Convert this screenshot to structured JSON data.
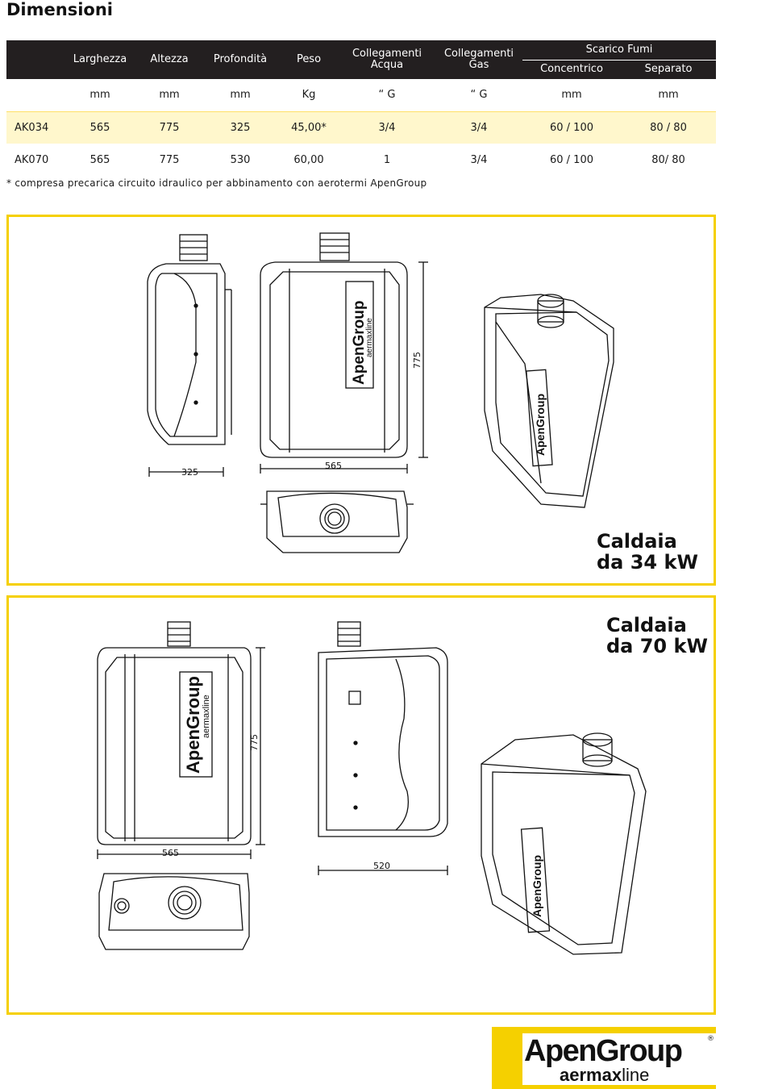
{
  "page_title": "Dimensioni",
  "table": {
    "headers": {
      "larghezza": "Larghezza",
      "altezza": "Altezza",
      "profondita": "Profondità",
      "peso": "Peso",
      "acqua_1": "Collegamenti",
      "acqua_2": "Acqua",
      "gas_1": "Collegamenti",
      "gas_2": "Gas",
      "scarico": "Scarico Fumi",
      "concentrico": "Concentrico",
      "separato": "Separato"
    },
    "units": [
      "mm",
      "mm",
      "mm",
      "Kg",
      "“ G",
      "“ G",
      "mm",
      "mm"
    ],
    "rows": [
      {
        "model": "AK034",
        "values": [
          "565",
          "775",
          "325",
          "45,00*",
          "3/4",
          "3/4",
          "60 / 100",
          "80 / 80"
        ]
      },
      {
        "model": "AK070",
        "values": [
          "565",
          "775",
          "530",
          "60,00",
          "1",
          "3/4",
          "60 / 100",
          "80/ 80"
        ]
      }
    ],
    "note": "* compresa precarica circuito idraulico per abbinamento con aerotermi ApenGroup"
  },
  "panel_34": {
    "caption_line1": "Caldaia",
    "caption_line2": "da 34 kW",
    "dim_depth": "325",
    "dim_width": "565",
    "dim_height": "775",
    "product_brand": "ApenGroup",
    "product_sub": "aermaxline"
  },
  "panel_70": {
    "caption_line1": "Caldaia",
    "caption_line2": "da 70 kW",
    "dim_width": "565",
    "dim_depth": "520",
    "dim_height": "775",
    "product_brand": "ApenGroup",
    "product_sub": "aermaxline"
  },
  "logo": {
    "brand": "ApenGroup",
    "reg": "®",
    "sub_bold": "aermax",
    "sub_light": "line"
  },
  "colors": {
    "accent_yellow": "#f5d000",
    "header_black": "#231f20",
    "row_tint": "#fff7cc"
  }
}
